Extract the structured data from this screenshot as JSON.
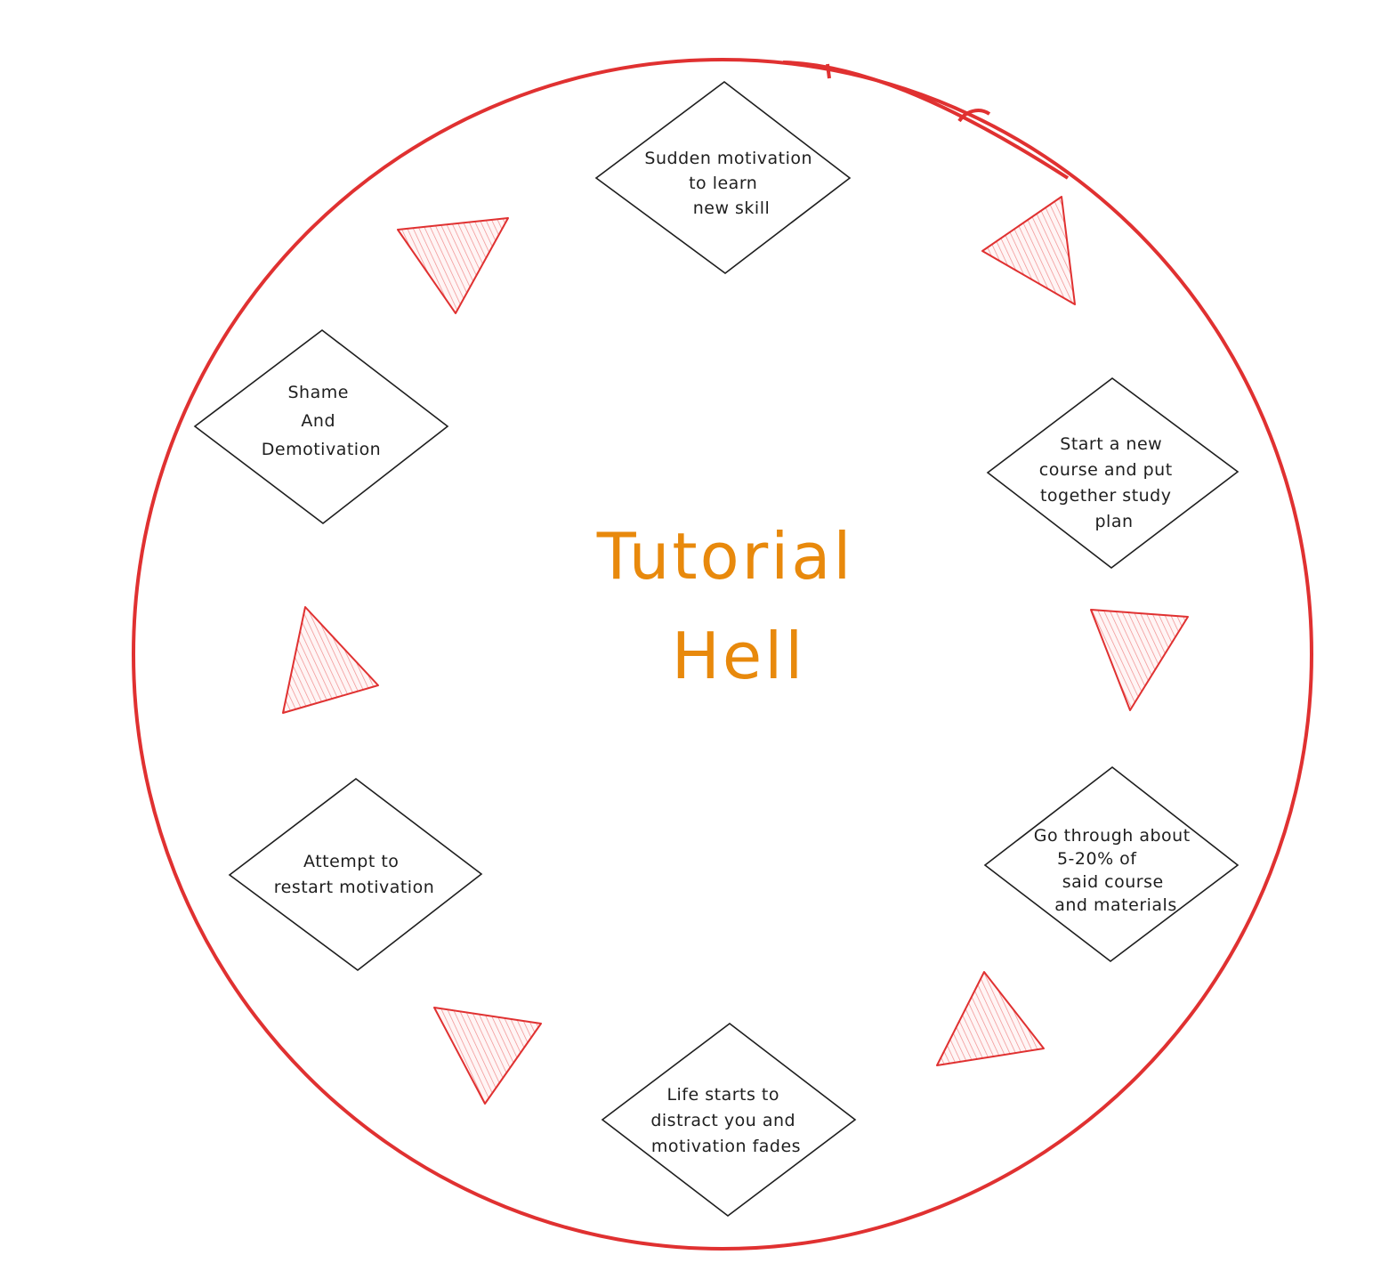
{
  "title": {
    "line1": "Tutorial",
    "line2": "Hell"
  },
  "colors": {
    "ring": "#e03131",
    "title": "#e8890c",
    "node_stroke": "#1e1e1e",
    "arrow_fill": "#ffc9c9"
  },
  "nodes": [
    {
      "id": "sudden-motivation",
      "lines": [
        "Sudden motivation",
        "to learn",
        "new skill"
      ]
    },
    {
      "id": "start-new-course",
      "lines": [
        "Start a new",
        "course and put",
        "together study",
        "plan"
      ]
    },
    {
      "id": "go-through-course",
      "lines": [
        "Go through about",
        "5-20% of",
        "said course",
        "and materials"
      ]
    },
    {
      "id": "life-distracts",
      "lines": [
        "Life starts to",
        "distract you and",
        "motivation fades"
      ]
    },
    {
      "id": "attempt-restart",
      "lines": [
        "Attempt to",
        "restart motivation"
      ]
    },
    {
      "id": "shame-demotivation",
      "lines": [
        "Shame",
        "And",
        "Demotivation"
      ]
    }
  ],
  "arrows": [
    {
      "from": "sudden-motivation",
      "to": "start-new-course"
    },
    {
      "from": "start-new-course",
      "to": "go-through-course"
    },
    {
      "from": "go-through-course",
      "to": "life-distracts"
    },
    {
      "from": "life-distracts",
      "to": "attempt-restart"
    },
    {
      "from": "attempt-restart",
      "to": "shame-demotivation"
    },
    {
      "from": "shame-demotivation",
      "to": "sudden-motivation"
    }
  ]
}
